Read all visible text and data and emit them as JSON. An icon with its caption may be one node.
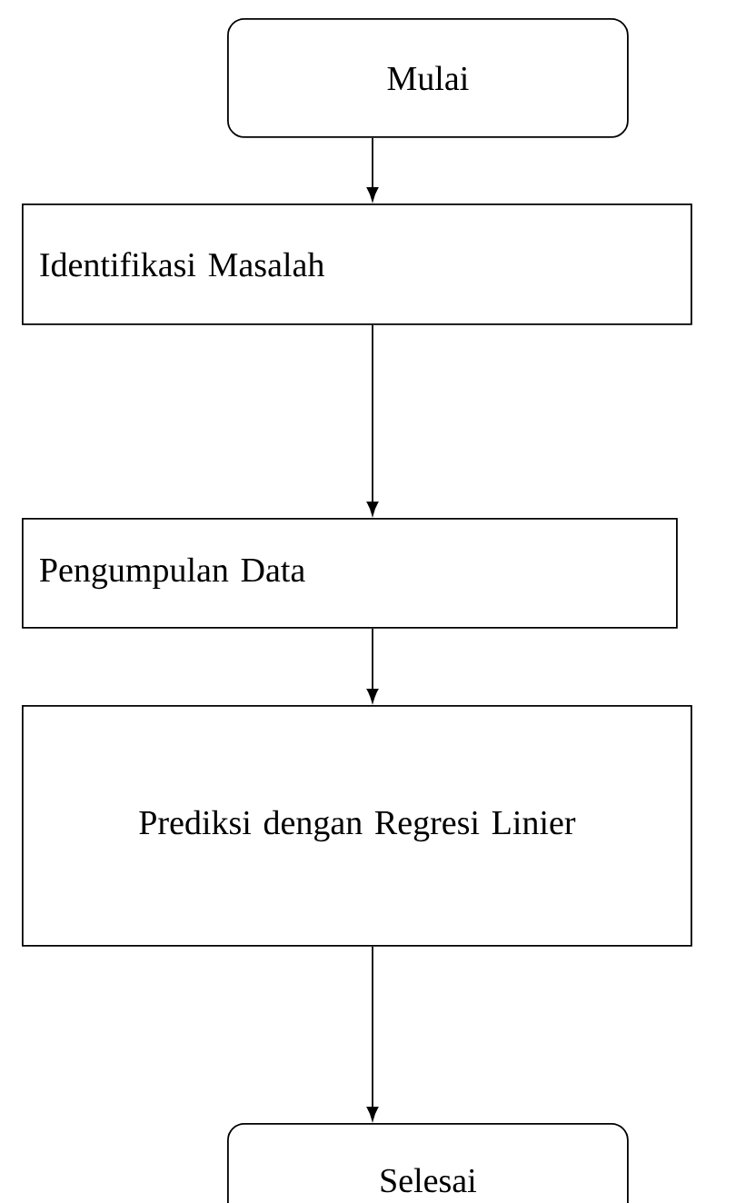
{
  "diagram": {
    "nodes": [
      {
        "text": [
          "Mulai"
        ]
      },
      {
        "text": [
          "Identifikasi  Masalah"
        ]
      },
      {
        "text": [
          "Pengumpulan Data"
        ]
      },
      {
        "text": [
          "Prediksi dengan Regresi Linier"
        ]
      },
      {
        "text": [
          "Selesai"
        ]
      }
    ],
    "edges": [
      {
        "from": 0,
        "to": 1,
        "arrow": "to"
      },
      {
        "from": 1,
        "to": 2,
        "arrow": "to"
      },
      {
        "from": 2,
        "to": 3,
        "arrow": "to"
      },
      {
        "from": 3,
        "to": 4,
        "arrow": "to"
      }
    ]
  }
}
